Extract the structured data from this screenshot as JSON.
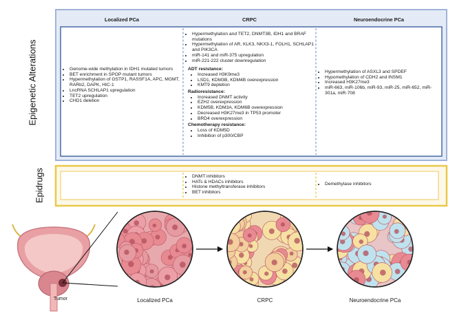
{
  "side_labels": {
    "epigenetic": "Epigenetic Alterations",
    "epidrugs": "Epidrugs"
  },
  "columns": [
    {
      "heading": "Localized PCa"
    },
    {
      "heading": "CRPC"
    },
    {
      "heading": "Neuroendocrine PCa"
    }
  ],
  "localized": {
    "items": [
      "Genome-wide methylation in IDH1 mutated tumors",
      "BET enrichment in SPOP mutant tumors",
      "Hypermethylation of GSTP1, RASSF1A, APC, MGMT, RARb2, DAPK, HIC-1",
      "LncRNA SCHLAP1 upregulation",
      "TET2 upregulation",
      "CHD1 deletion"
    ]
  },
  "crpc": {
    "items": [
      "Hypermethylation and TET2, DNMT3B, IDH1 and BRAF mutations",
      "Hypermethylation of AR, KLK3, NKX3-1, FOLH1, SCHLAP1 and PIK3CA",
      "miR-141 and miR-375 upregulation",
      "miR-221-222 cluster downregulation"
    ],
    "adt_title": "ADT resistance:",
    "adt_items": [
      "Increased H3K9me3",
      "LSD1, KDM3B, KDM4B overexpression",
      "KMT9 depletion"
    ],
    "radio_title": "Radioresistance:",
    "radio_items": [
      "Increased DNMT activity",
      "EZH2 overexpression",
      "KDM5B, KDM3A, KDM6B overexpression",
      "Decreased H3K27me3 in TP53 promoter",
      "BRD4 overexpression"
    ],
    "chemo_title": "Chemotherapy resistance:",
    "chemo_items": [
      "Loss of KDM5D",
      "Inhibition of p300/CBP"
    ]
  },
  "neuro": {
    "items": [
      "Hypermethylation of ASXL3 and SPDEF",
      "Hypomethylation of CDH2 and INSM1",
      "Increased H3K27me3",
      "miR-663, miR-106b, miR-93, miR-25, miR-652, miR-301a, miR-708"
    ]
  },
  "epidrugs": {
    "crpc_items": [
      "DNMT inhibitors",
      "HATs & HDACs inhibitors",
      "Histone methyltransferase inhibitors",
      "BET inhibitors"
    ],
    "neuro_items": [
      "Demethylase inhibitors"
    ]
  },
  "bottom": {
    "tumor_label": "Tumor",
    "stages": [
      "Localized PCa",
      "CRPC",
      "Neuroendocrine PCa"
    ]
  },
  "colors": {
    "blue_outer": "#9fb3d9",
    "blue_inner": "#2f5597",
    "yellow_outer": "#e8c94a",
    "yellow_inner": "#f3d98e",
    "dashed": "#8da9d6",
    "cell_pink": "#e88a92",
    "cell_yellow": "#f6e1a3",
    "cell_blue": "#bfe3ee"
  }
}
